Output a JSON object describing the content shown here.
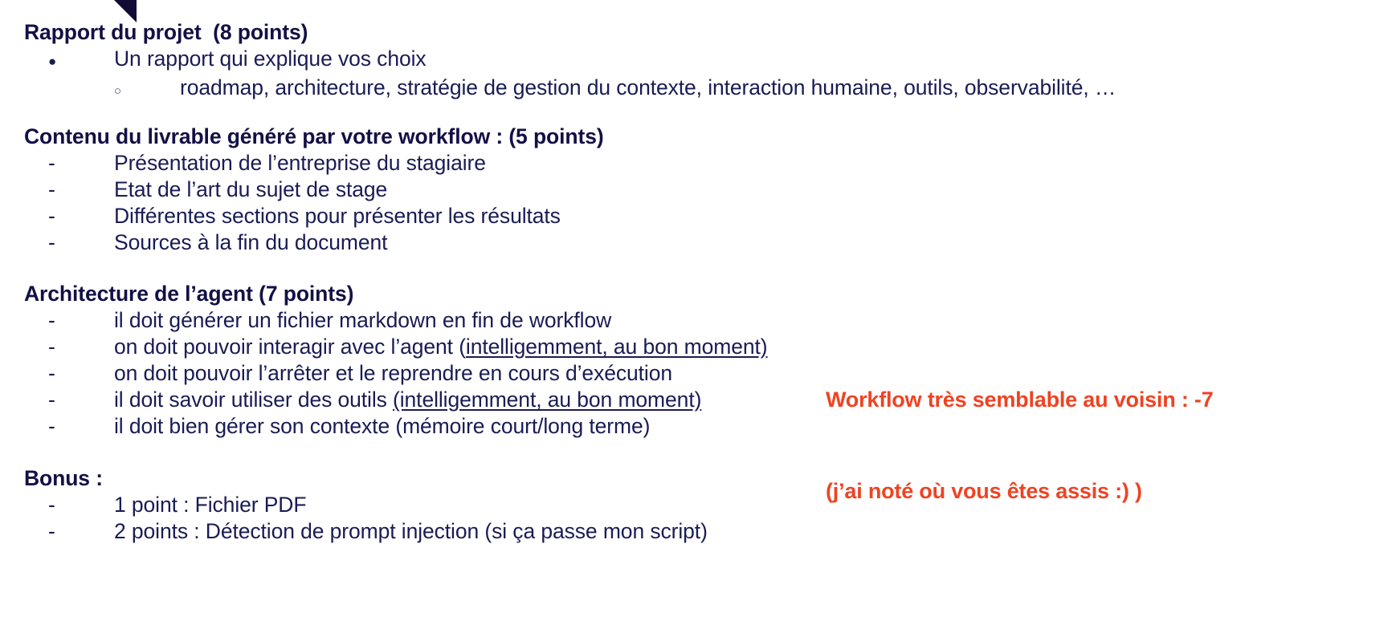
{
  "slide": {
    "background_color": "#ffffff",
    "text_color": "#191C54",
    "heading_color": "#131045",
    "accent_color": "#EE4322",
    "decoration_color": "#110B35"
  },
  "sections": [
    {
      "heading": "Rapport du projet  (8 points)",
      "items": [
        {
          "marker": "●",
          "level": 1,
          "text": "Un rapport qui explique vos choix"
        },
        {
          "marker": "○",
          "level": 2,
          "text": "roadmap, architecture, stratégie de gestion du contexte, interaction humaine, outils, observabilité, …"
        }
      ]
    },
    {
      "heading": "Contenu du livrable généré par votre workflow : (5 points)",
      "items": [
        {
          "marker": "-",
          "level": 0,
          "text": "Présentation de l’entreprise du stagiaire"
        },
        {
          "marker": "-",
          "level": 0,
          "text": "Etat de l’art du sujet de stage"
        },
        {
          "marker": "-",
          "level": 0,
          "text": "Différentes sections pour présenter les résultats"
        },
        {
          "marker": "-",
          "level": 0,
          "text": "Sources à la fin du document"
        }
      ]
    },
    {
      "heading": "Architecture de l’agent (7 points)",
      "items": [
        {
          "marker": "-",
          "level": 0,
          "text": "il doit générer un fichier markdown en fin de workflow"
        },
        {
          "marker": "-",
          "level": 0,
          "text": "on doit pouvoir interagir avec l’agent (",
          "underline": "intelligemment, au bon moment)",
          "after": ""
        },
        {
          "marker": "-",
          "level": 0,
          "text": "on doit pouvoir l’arrêter et le reprendre en cours d’exécution"
        },
        {
          "marker": "-",
          "level": 0,
          "text": "il doit savoir utiliser des outils ",
          "underline": "(intelligemment, au bon moment)",
          "after": ""
        },
        {
          "marker": "-",
          "level": 0,
          "text": "il doit bien gérer son contexte (mémoire court/long terme)"
        }
      ]
    },
    {
      "heading": "Bonus :",
      "items": [
        {
          "marker": "-",
          "level": 0,
          "text": "1 point : Fichier PDF"
        },
        {
          "marker": "-",
          "level": 0,
          "text": "2 points : Détection de prompt injection (si ça passe mon script)"
        }
      ]
    }
  ],
  "annotation": {
    "line1": "Workflow très semblable au voisin : -7",
    "line2": "(j’ai noté où vous êtes assis :) )"
  }
}
